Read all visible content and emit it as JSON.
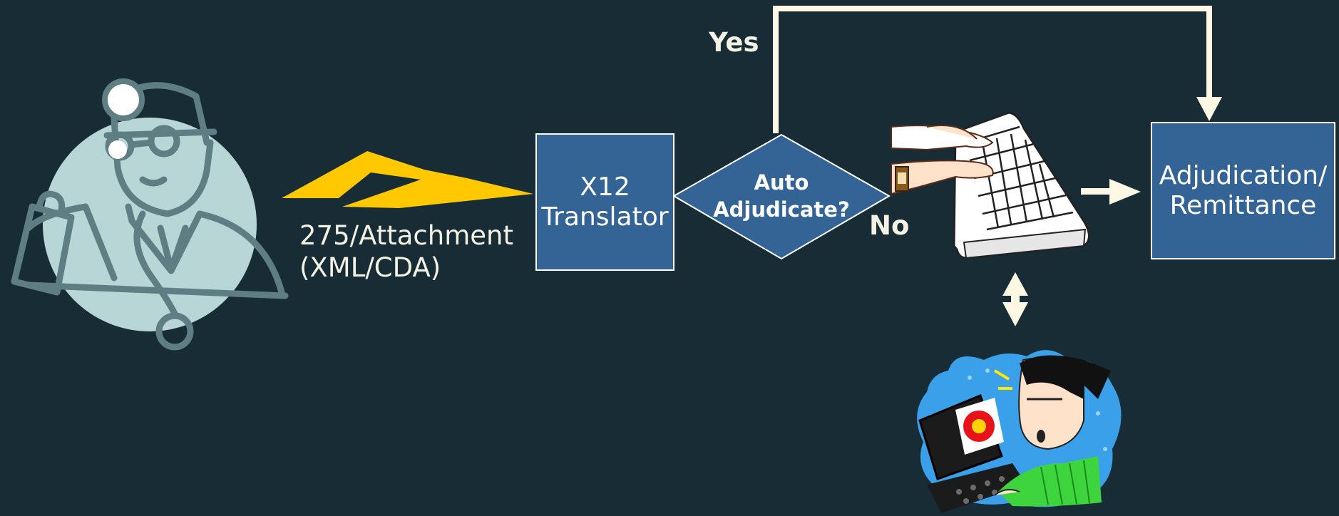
{
  "attachment": {
    "line1": "275/Attachment",
    "line2": "(XML/CDA)"
  },
  "translator": {
    "line1": "X12",
    "line2": "Translator"
  },
  "decision": {
    "line1": "Auto",
    "line2": "Adjudicate?"
  },
  "branches": {
    "yes": "Yes",
    "no": "No"
  },
  "adjudication": {
    "line1": "Adjudication/",
    "line2": "Remittance"
  },
  "colors": {
    "background": "#172c35",
    "box_fill": "#346496",
    "box_border": "#ffffff",
    "connector": "#fcf8e3",
    "lightning": "#ffc800",
    "doctor_circle": "#b9d6d7",
    "doctor_line": "#5f7e84"
  },
  "icons": [
    "doctor-icon",
    "lightning-icon",
    "keyboard-icon",
    "user-at-computer-icon"
  ]
}
